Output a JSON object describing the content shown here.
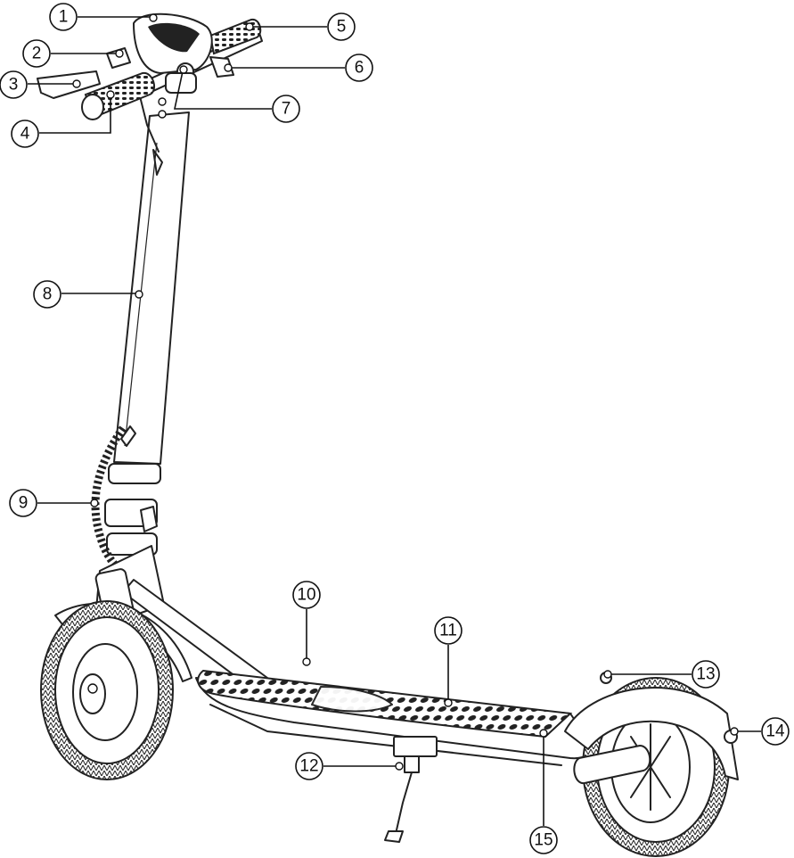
{
  "callouts": [
    {
      "id": "1",
      "label": "1"
    },
    {
      "id": "2",
      "label": "2"
    },
    {
      "id": "3",
      "label": "3"
    },
    {
      "id": "4",
      "label": "4"
    },
    {
      "id": "5",
      "label": "5"
    },
    {
      "id": "6",
      "label": "6"
    },
    {
      "id": "7",
      "label": "7"
    },
    {
      "id": "8",
      "label": "8"
    },
    {
      "id": "9",
      "label": "9"
    },
    {
      "id": "10",
      "label": "10"
    },
    {
      "id": "11",
      "label": "11"
    },
    {
      "id": "12",
      "label": "12"
    },
    {
      "id": "13",
      "label": "13"
    },
    {
      "id": "14",
      "label": "14"
    },
    {
      "id": "15",
      "label": "15"
    }
  ],
  "colors": {
    "line": "#222222",
    "background": "#ffffff"
  }
}
